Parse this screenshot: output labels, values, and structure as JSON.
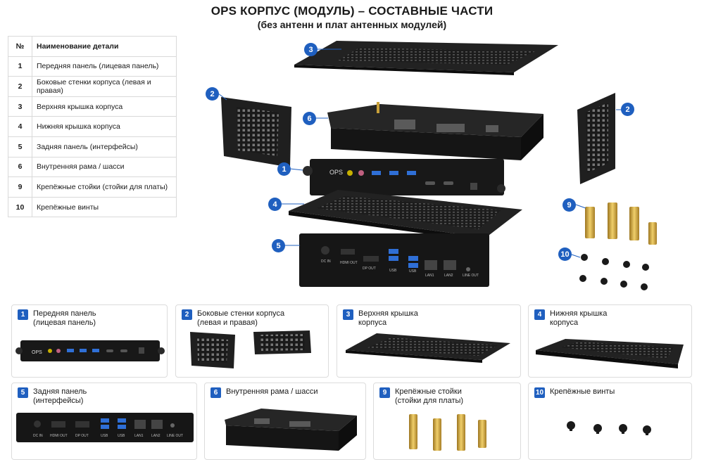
{
  "title": "OPS КОРПУС (МОДУЛЬ) – СОСТАВНЫЕ ЧАСТИ",
  "subtitle": "(без антенн и плат антенных модулей)",
  "table": {
    "header_num": "№",
    "header_name": "Наименование детали",
    "rows": [
      {
        "num": "1",
        "name": "Передняя панель (лицевая панель)"
      },
      {
        "num": "2",
        "name": "Боковые стенки корпуса (левая и правая)"
      },
      {
        "num": "3",
        "name": "Верхняя крышка корпуса"
      },
      {
        "num": "4",
        "name": "Нижняя крышка корпуса"
      },
      {
        "num": "5",
        "name": "Задняя панель (интерфейсы)"
      },
      {
        "num": "6",
        "name": "Внутренняя рама / шасси"
      },
      {
        "num": "9",
        "name": "Крепёжные стойки (стойки для платы)"
      },
      {
        "num": "10",
        "name": "Крепёжные винты"
      }
    ]
  },
  "callouts": [
    "3",
    "2",
    "6",
    "2",
    "1",
    "4",
    "9",
    "5",
    "10"
  ],
  "front_panel_labels": {
    "ops": "OPS"
  },
  "rear_panel_labels": {
    "dc_in": "DC IN",
    "hdmi_out": "HDMI OUT",
    "dp_out": "DP OUT",
    "usb": "USB",
    "lan1": "LAN1",
    "lan2": "LAN2",
    "line_out": "LINE OUT"
  },
  "cards": [
    {
      "num": "1",
      "caption_l1": "Передняя панель",
      "caption_l2": "(лицевая панель)"
    },
    {
      "num": "2",
      "caption_l1": "Боковые стенки корпуса",
      "caption_l2": "(левая и правая)"
    },
    {
      "num": "3",
      "caption_l1": "Верхняя крышка",
      "caption_l2": "корпуса"
    },
    {
      "num": "4",
      "caption_l1": "Нижняя крышка",
      "caption_l2": "корпуса"
    },
    {
      "num": "5",
      "caption_l1": "Задняя панель",
      "caption_l2": "(интерфейсы)"
    },
    {
      "num": "6",
      "caption_l1": "Внутренняя рама / шасси",
      "caption_l2": ""
    },
    {
      "num": "9",
      "caption_l1": "Крепёжные стойки",
      "caption_l2": "(стойки для платы)"
    },
    {
      "num": "10",
      "caption_l1": "Крепёжные винты",
      "caption_l2": ""
    }
  ],
  "colors": {
    "accent": "#1f5fbf",
    "metal": "#1c1c1c",
    "brass": "#c9a13a",
    "usb": "#2f6fd6"
  }
}
